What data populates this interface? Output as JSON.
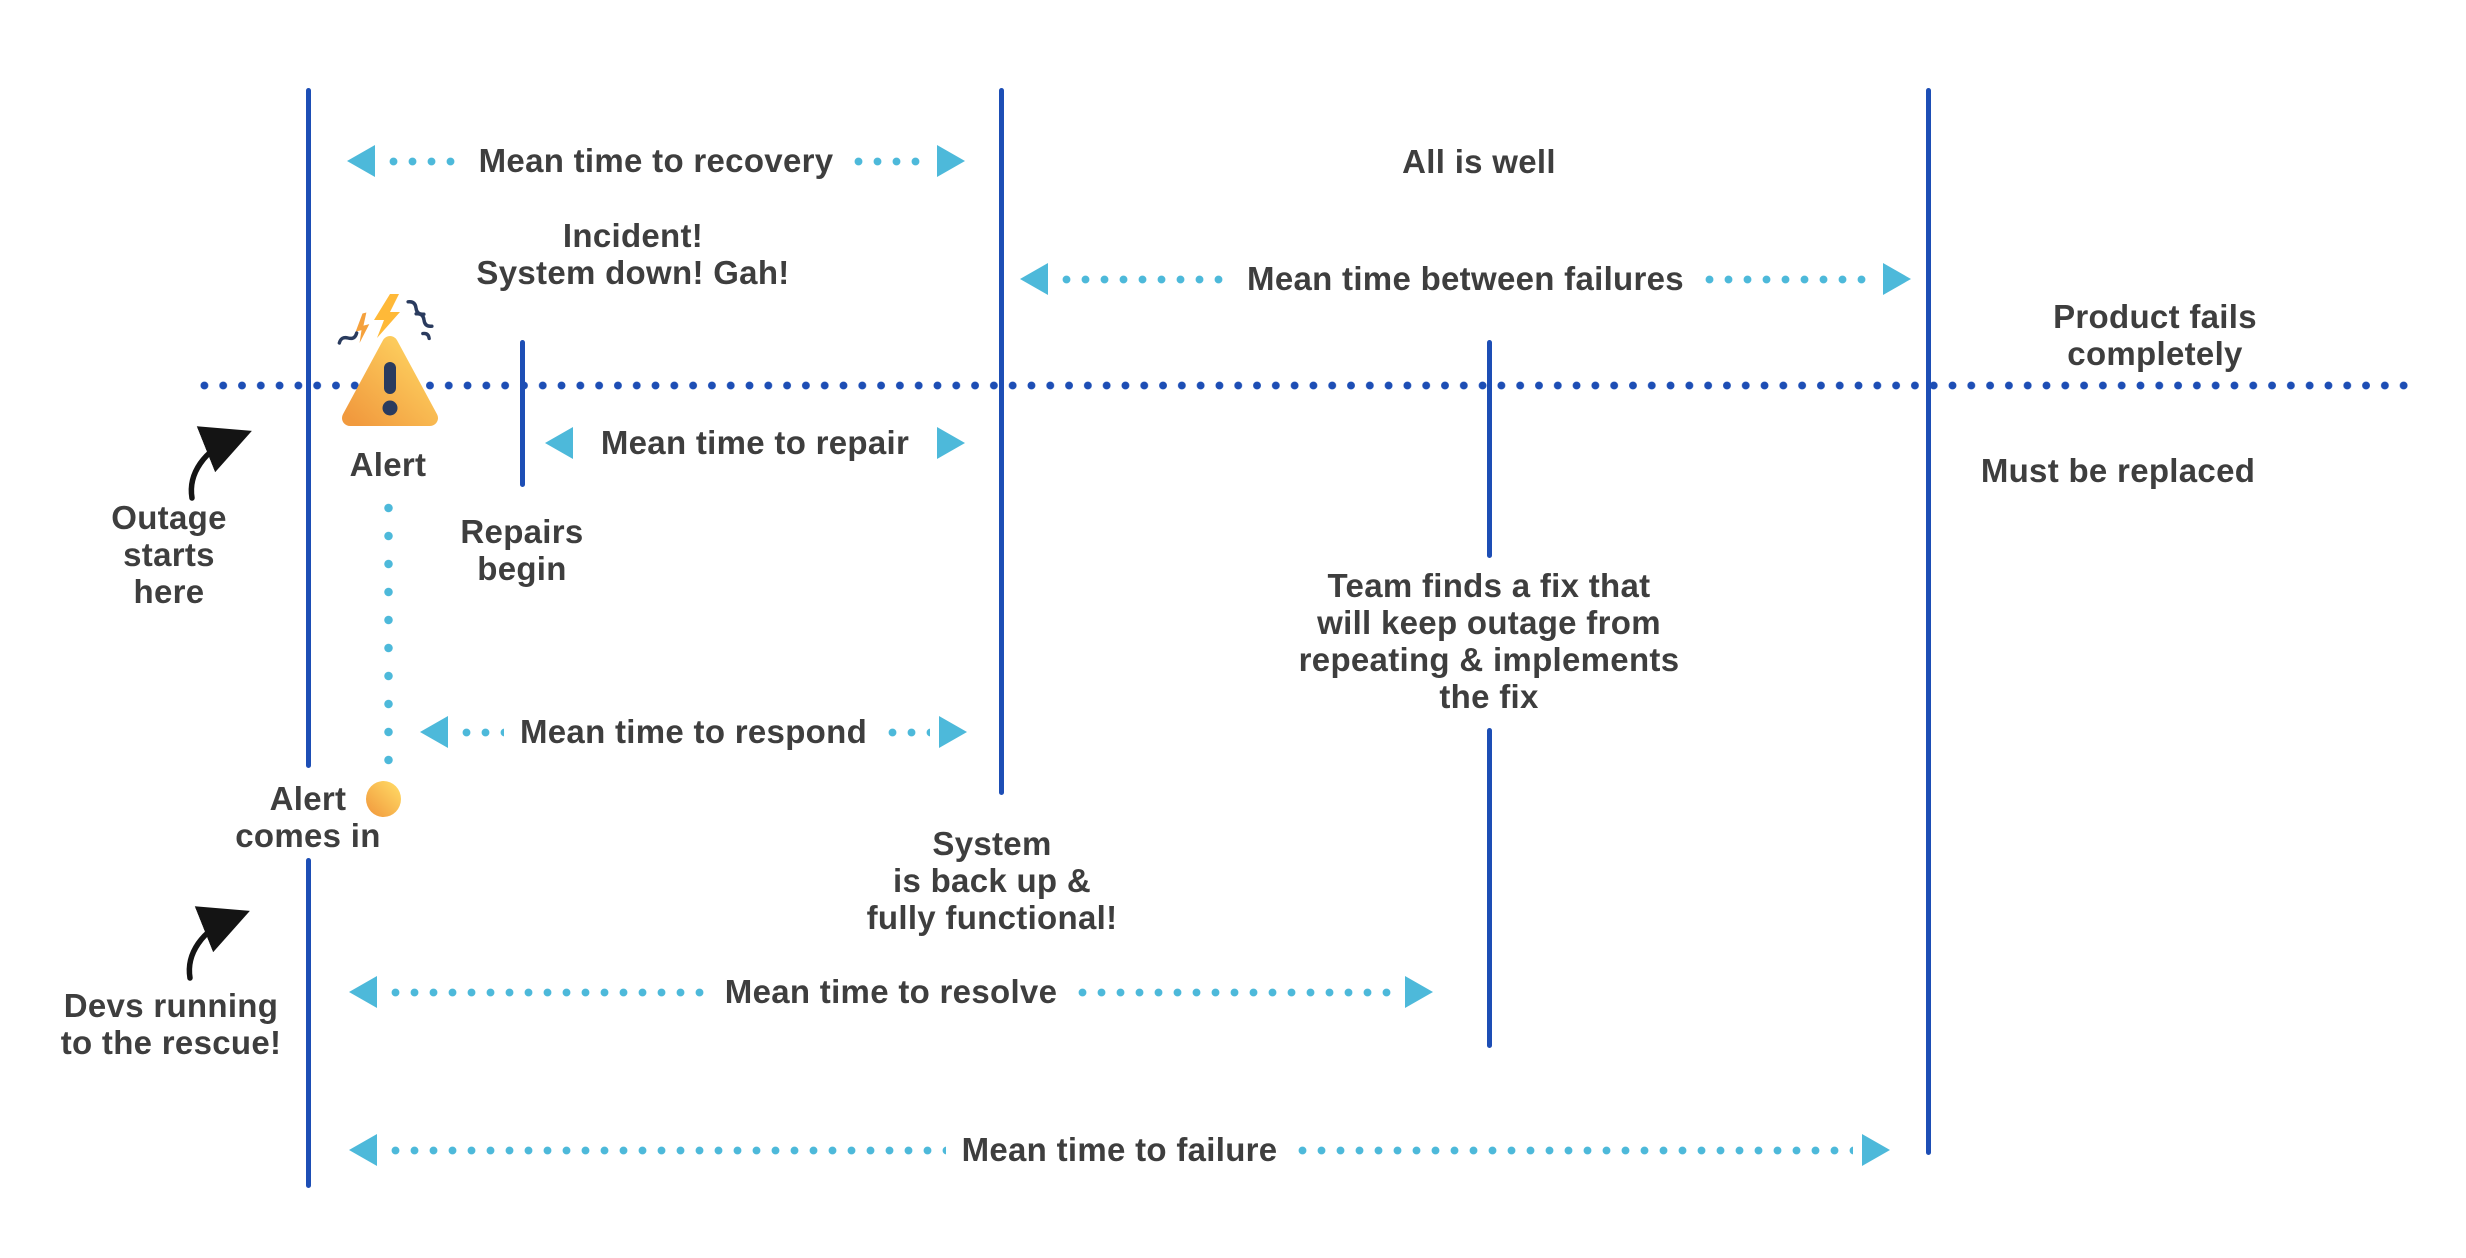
{
  "palette": {
    "line_blue": "#1d4eb5",
    "light_blue": "#4db9da",
    "text_dark": "#3e3e3e",
    "arrow_black": "#141414",
    "alert_gold_light": "#ffd763",
    "alert_gold_dark": "#f19a3e",
    "alert_navy": "#2a3b5e"
  },
  "arrows": {
    "recovery": {
      "label": "Mean time to recovery"
    },
    "between_failures": {
      "label": "Mean time between failures"
    },
    "repair": {
      "label": "Mean time to repair"
    },
    "respond": {
      "label": "Mean time to respond"
    },
    "resolve": {
      "label": "Mean time to resolve"
    },
    "failure": {
      "label": "Mean time to failure"
    }
  },
  "notes": {
    "incident": "Incident!\nSystem down! Gah!",
    "all_is_well": "All is well",
    "product_fails": "Product fails completely",
    "must_be_replaced": "Must be replaced",
    "alert": "Alert",
    "repairs_begin": "Repairs\nbegin",
    "outage_starts": "Outage\nstarts\nhere",
    "alert_comes_in": "Alert\ncomes in",
    "system_back_up": "System\nis back up &\nfully functional!",
    "team_fix": "Team finds a fix that\nwill keep outage from\nrepeating & implements\nthe fix",
    "devs_running": "Devs running\nto the rescue!"
  },
  "icons": {
    "alert_warning": "warning-triangle-with-sparks",
    "alert_event": "yellow-dot",
    "outage_pointer": "curved-arrow",
    "devs_pointer": "curved-arrow"
  }
}
